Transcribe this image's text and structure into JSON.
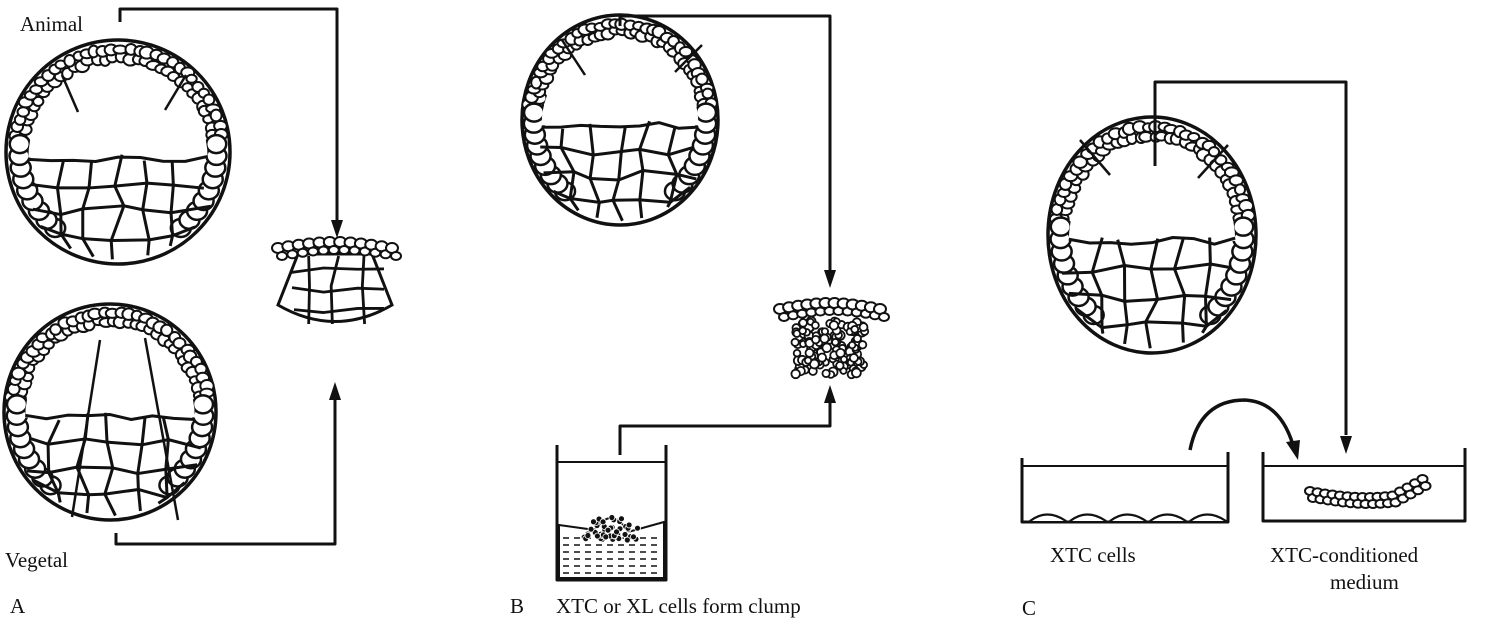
{
  "panel_a": {
    "letter": "A",
    "animal_label": "Animal",
    "vegetal_label": "Vegetal"
  },
  "panel_b": {
    "letter": "B",
    "caption": "XTC or XL cells form clump"
  },
  "panel_c": {
    "letter": "C",
    "xtc_cells_label": "XTC cells",
    "conditioned_label_line1": "XTC-conditioned",
    "conditioned_label_line2": "medium"
  },
  "colors": {
    "ink": "#111111",
    "background": "#ffffff"
  }
}
